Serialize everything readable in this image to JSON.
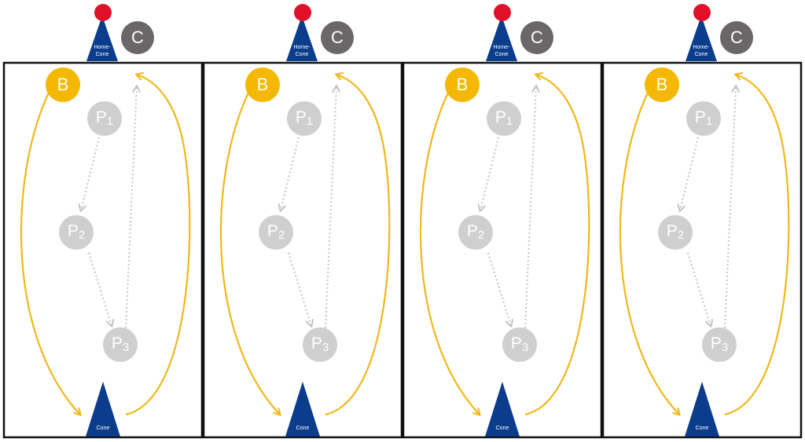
{
  "panels": [
    {
      "home_cone": {
        "line1": "Home-",
        "line2": "Cone"
      },
      "coach": "C",
      "ball_player": "B",
      "players": [
        {
          "letter": "P",
          "num": "1"
        },
        {
          "letter": "P",
          "num": "2"
        },
        {
          "letter": "P",
          "num": "3"
        }
      ],
      "cone": "Cone"
    },
    {
      "home_cone": {
        "line1": "Home-",
        "line2": "Cone"
      },
      "coach": "C",
      "ball_player": "B",
      "players": [
        {
          "letter": "P",
          "num": "1"
        },
        {
          "letter": "P",
          "num": "2"
        },
        {
          "letter": "P",
          "num": "3"
        }
      ],
      "cone": "Cone"
    },
    {
      "home_cone": {
        "line1": "Home-",
        "line2": "Cone"
      },
      "coach": "C",
      "ball_player": "B",
      "players": [
        {
          "letter": "P",
          "num": "1"
        },
        {
          "letter": "P",
          "num": "2"
        },
        {
          "letter": "P",
          "num": "3"
        }
      ],
      "cone": "Cone"
    },
    {
      "home_cone": {
        "line1": "Home-",
        "line2": "Cone"
      },
      "coach": "C",
      "ball_player": "B",
      "players": [
        {
          "letter": "P",
          "num": "1"
        },
        {
          "letter": "P",
          "num": "2"
        },
        {
          "letter": "P",
          "num": "3"
        }
      ],
      "cone": "Cone"
    }
  ],
  "colors": {
    "cone_blue": "#0c3d8c",
    "marker_red": "#e0102a",
    "coach_gray": "#6b6667",
    "ball_yellow": "#f4b800",
    "player_gray": "#cfcfcf",
    "arrow_yellow": "#f0b81a",
    "arrow_gray": "#c4c4c4",
    "border": "#111111"
  }
}
